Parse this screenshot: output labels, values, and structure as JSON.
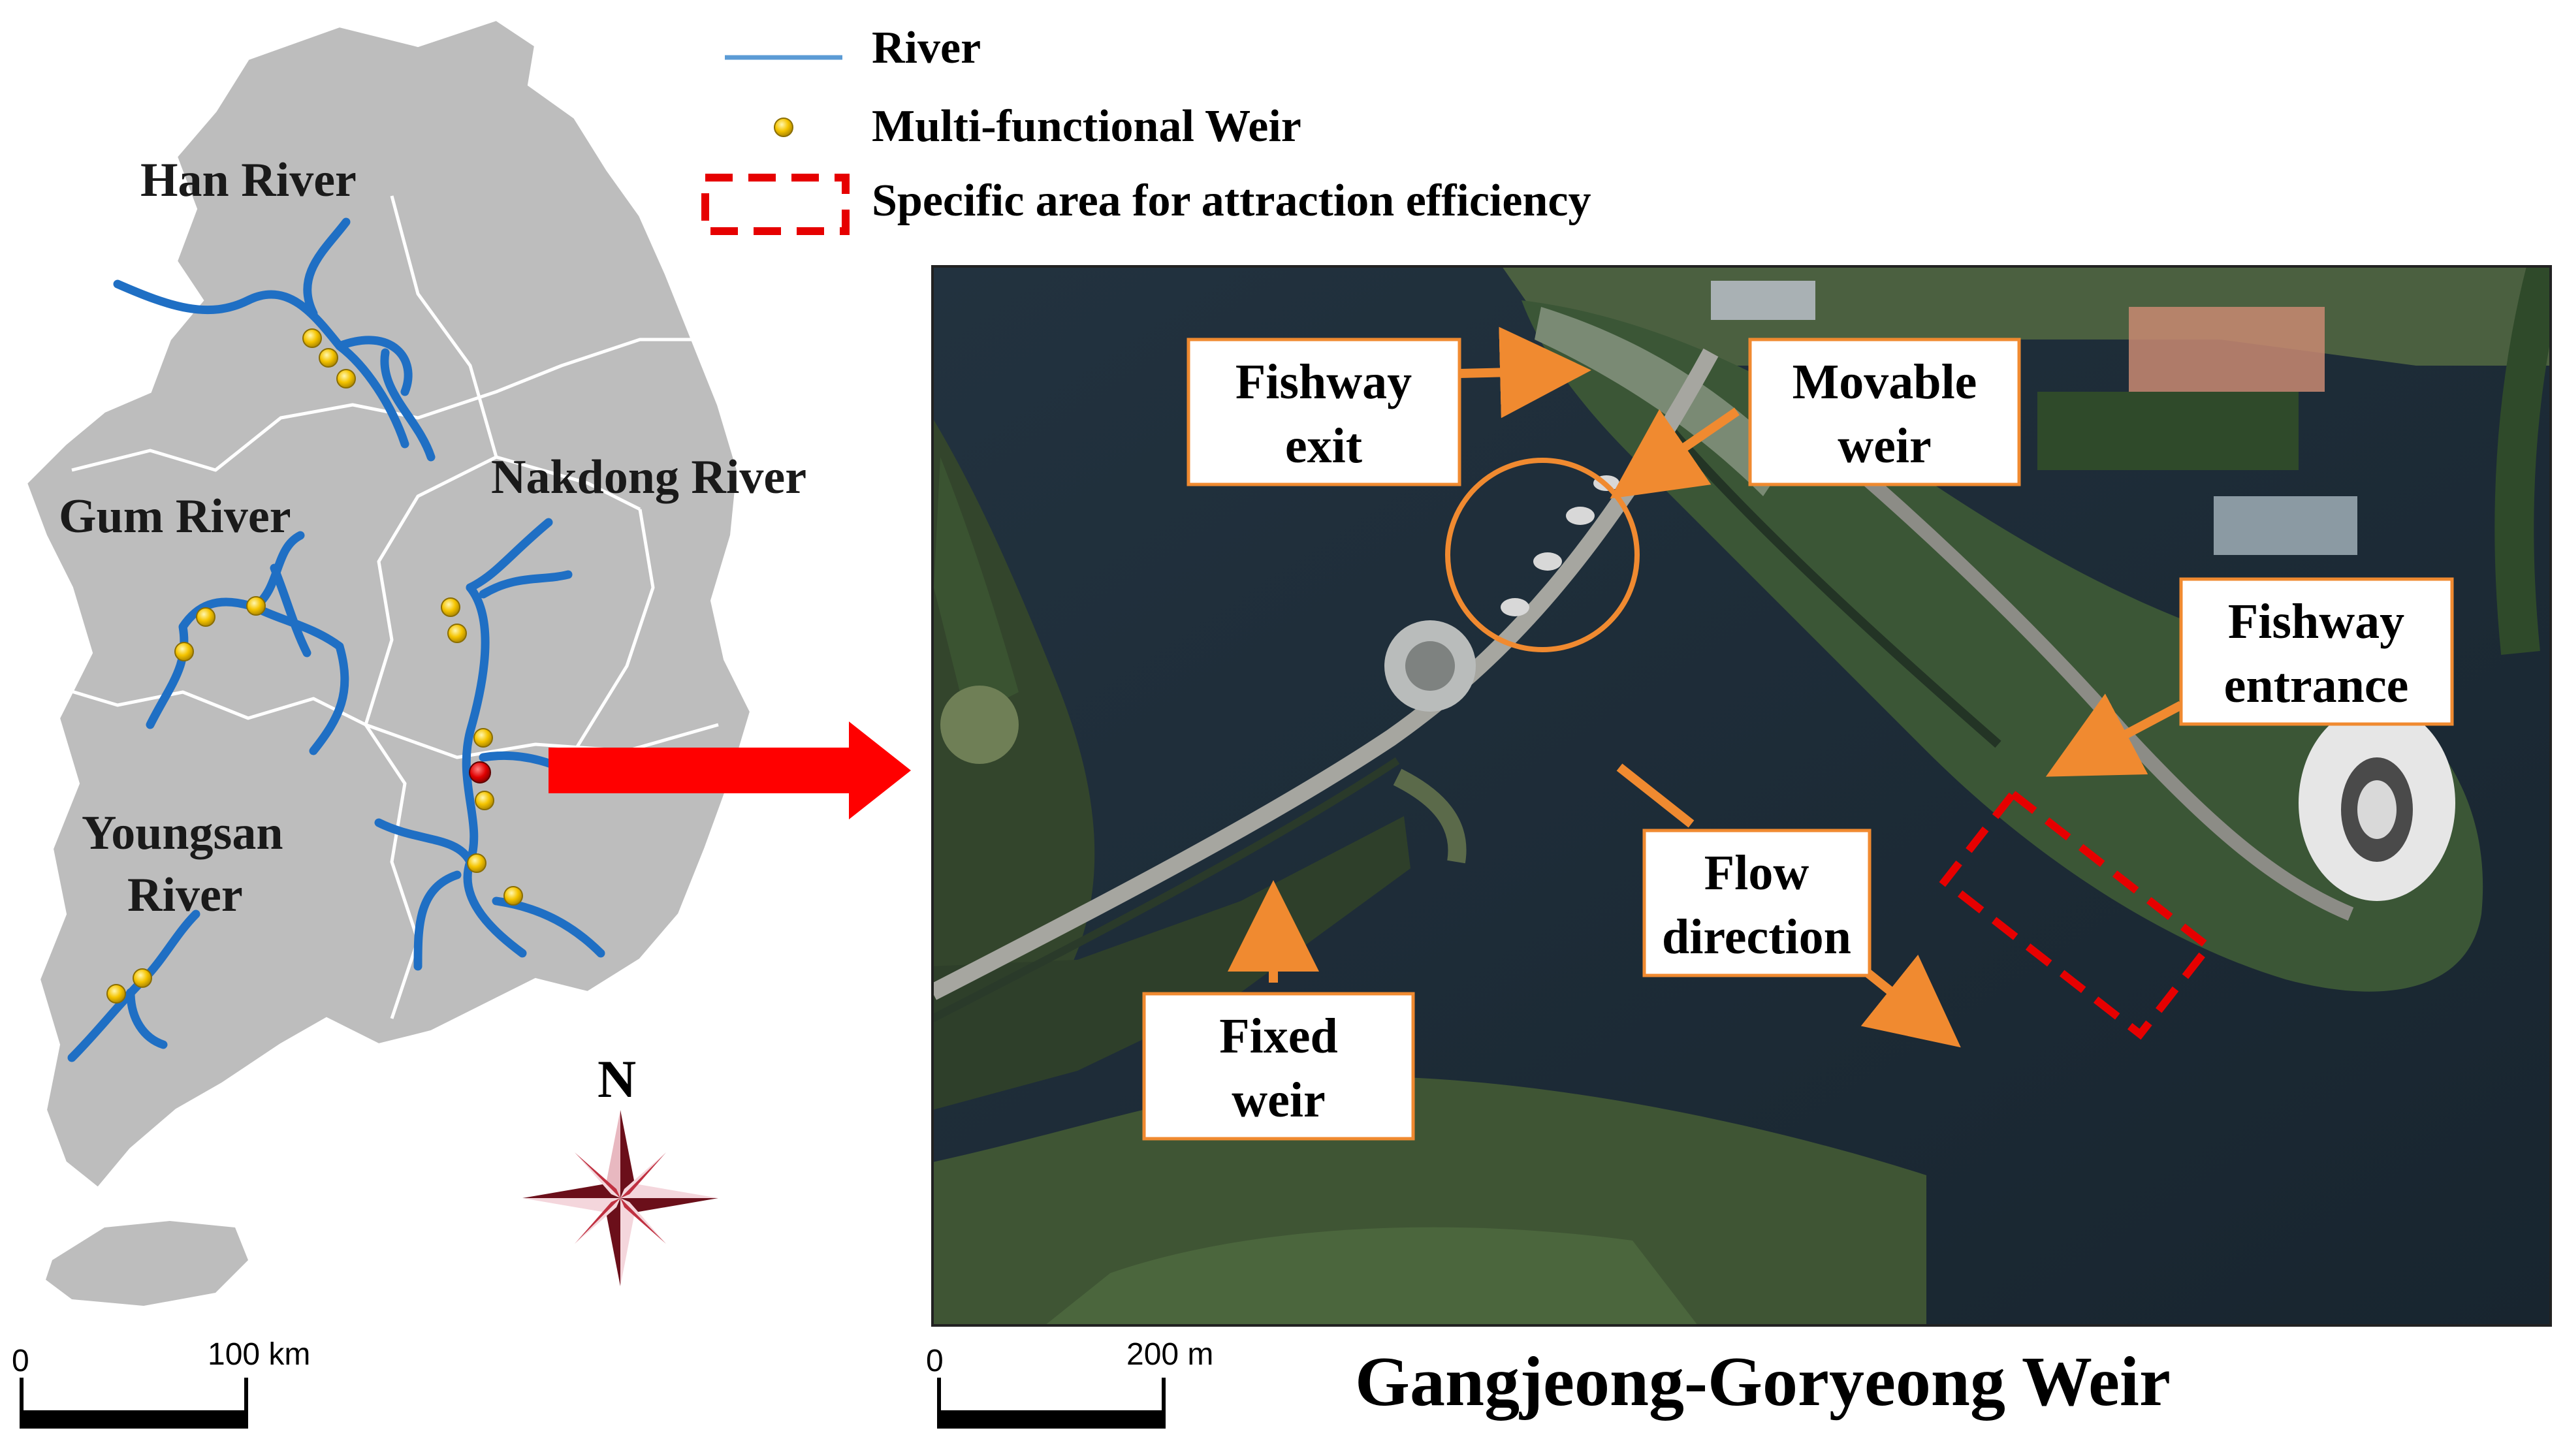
{
  "legend": {
    "river": "River",
    "weir": "Multi-functional Weir",
    "area": "Specific area for attraction  efficiency"
  },
  "left_map": {
    "labels": {
      "han": "Han River",
      "gum": "Gum River",
      "nakdong": "Nakdong River",
      "youngsan_line1": "Youngsan",
      "youngsan_line2": "River"
    },
    "north": "N",
    "scalebar": {
      "zero": "0",
      "end": "100 km"
    }
  },
  "right_map": {
    "title": "Gangjeong-Goryeong Weir",
    "callouts": {
      "fishway_exit_1": "Fishway",
      "fishway_exit_2": "exit",
      "movable_1": "Movable",
      "movable_2": "weir",
      "fishway_entrance_1": "Fishway",
      "fishway_entrance_2": "entrance",
      "flow_1": "Flow",
      "flow_2": "direction",
      "fixed_1": "Fixed",
      "fixed_2": "weir"
    },
    "scalebar": {
      "zero": "0",
      "end": "200 m"
    }
  },
  "colors": {
    "river": "#1f6fc4",
    "legend_river": "#5b9bd5",
    "weir": "#f5c400",
    "highlight_weir": "#e00000",
    "land": "#bdbdbd",
    "callout_arrow": "#f08a30",
    "area_box": "#e60000",
    "big_arrow": "#ff0000",
    "water": "#1b2a36"
  },
  "icons": [
    "compass-rose-icon",
    "weir-dot-icon",
    "right-arrow-icon"
  ]
}
